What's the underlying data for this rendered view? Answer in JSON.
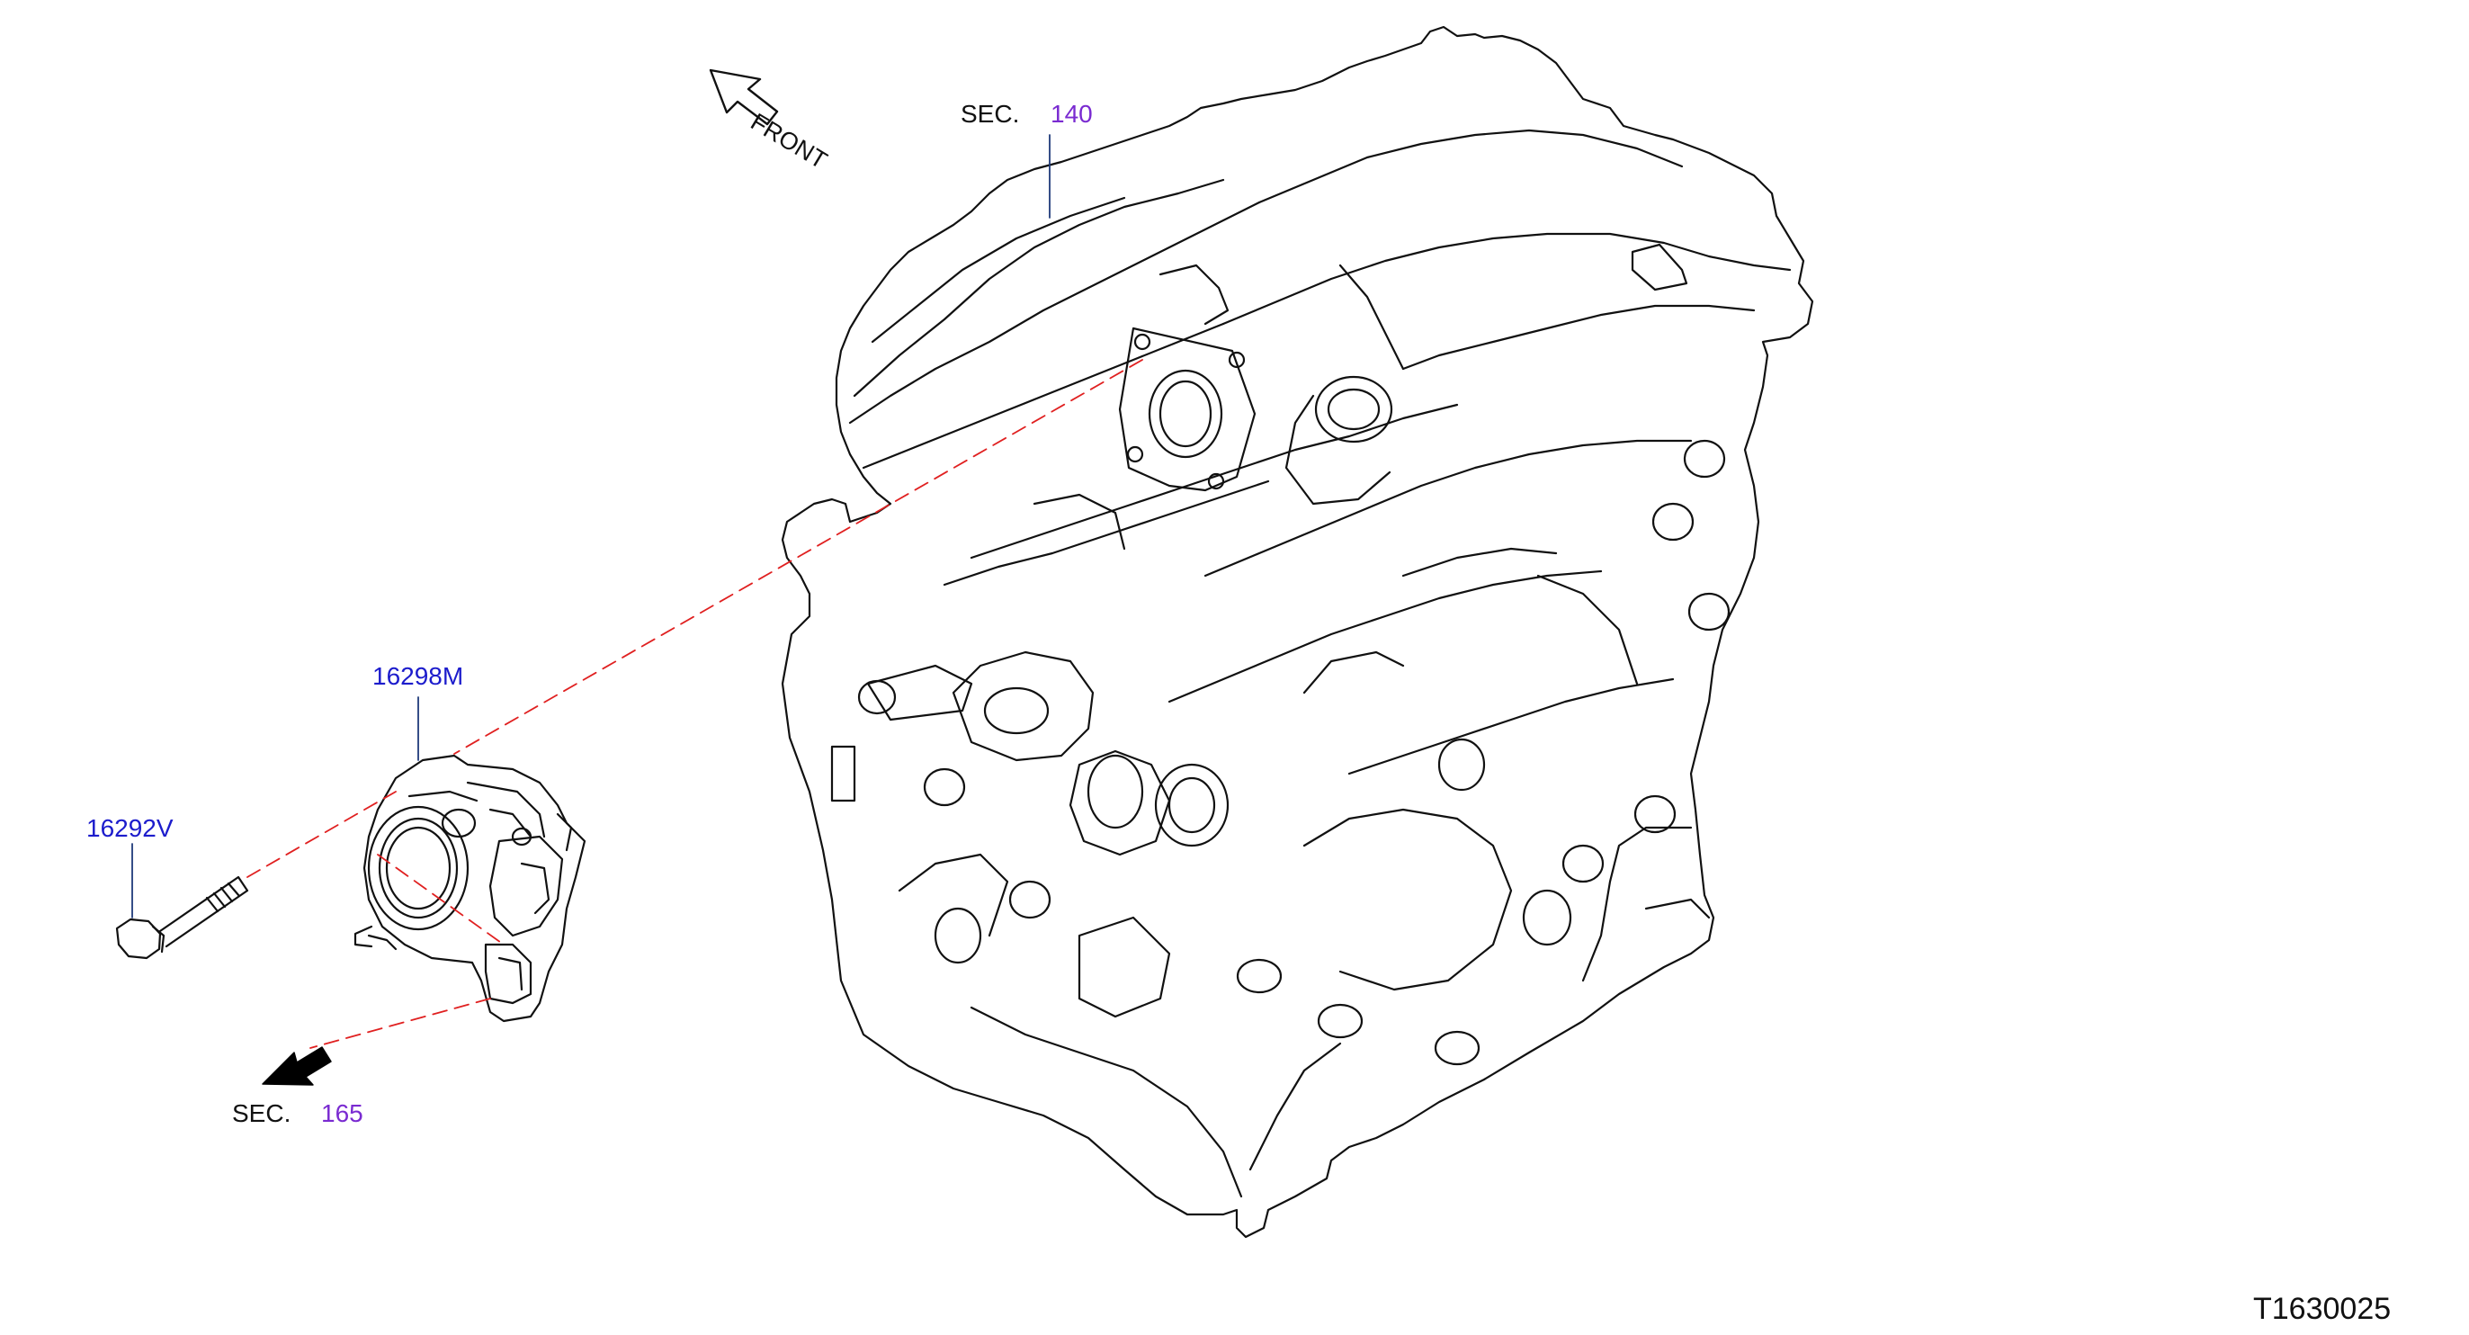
{
  "diagram": {
    "direction_label": "FRONT",
    "diagram_code": "T1630025",
    "section_refs": [
      {
        "prefix": "SEC.",
        "number": "140"
      },
      {
        "prefix": "SEC.",
        "number": "165"
      }
    ],
    "parts": [
      {
        "number": "16298M"
      },
      {
        "number": "16292V"
      }
    ]
  },
  "colors": {
    "line": "#111111",
    "part_link": "#1c1ccc",
    "section_link": "#7a2bd1",
    "leader_dash": "#e02020",
    "arrow_fill": "#000000"
  }
}
